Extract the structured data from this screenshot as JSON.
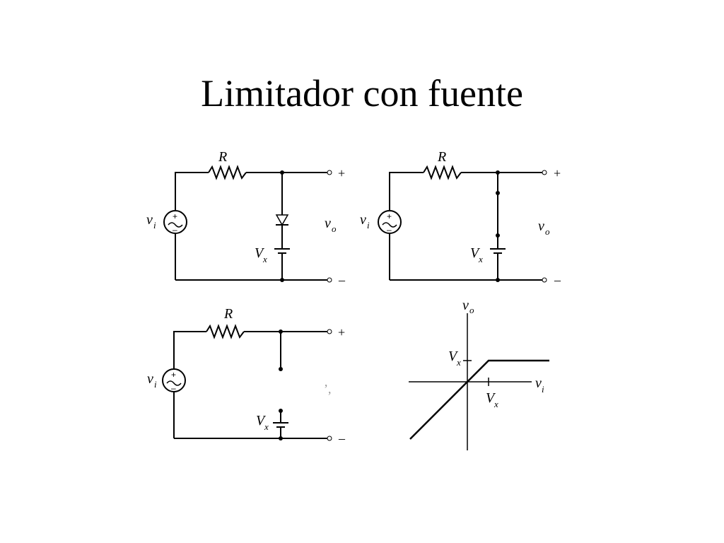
{
  "slide": {
    "title": "Limitador con fuente"
  },
  "labels": {
    "resistor": "R",
    "input_main": "v",
    "input_sub": "i",
    "output_main": "v",
    "output_sub": "o",
    "source_main": "V",
    "source_sub": "x",
    "plus": "+",
    "minus": "–",
    "src_plus": "+",
    "src_minus": "–",
    "faded_output": "’,"
  },
  "graph": {
    "y_main": "v",
    "y_sub": "o",
    "x_main": "v",
    "x_sub": "i",
    "ytick_main": "V",
    "ytick_sub": "x",
    "xtick_main": "V",
    "xtick_sub": "x"
  }
}
